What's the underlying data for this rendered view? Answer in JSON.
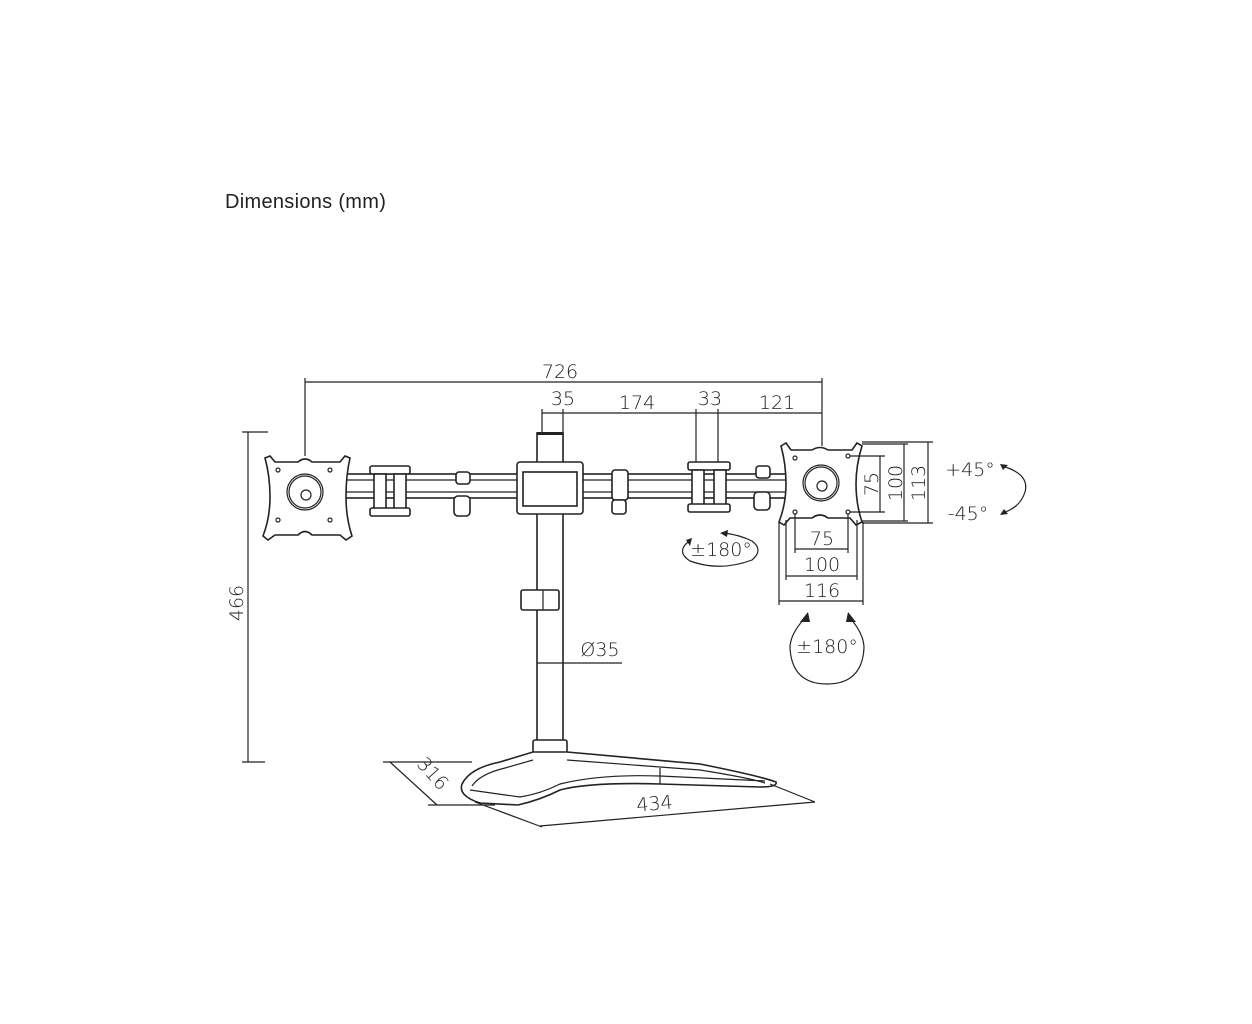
{
  "title": "Dimensions (mm)",
  "dimensions": {
    "overall_width": "726",
    "pole_width": "35",
    "arm_segment": "174",
    "joint_width": "33",
    "end_segment": "121",
    "height": "466",
    "pole_diameter": "Ø35",
    "base_depth": "316",
    "base_width": "434",
    "vesa_v_small": "75",
    "vesa_v_large": "100",
    "plate_height": "113",
    "vesa_h_small": "75",
    "vesa_h_large": "100",
    "plate_width": "116"
  },
  "rotation": {
    "tilt_up": "+45°",
    "tilt_down": "-45°",
    "swivel": "±180°",
    "rotate": "±180°"
  }
}
